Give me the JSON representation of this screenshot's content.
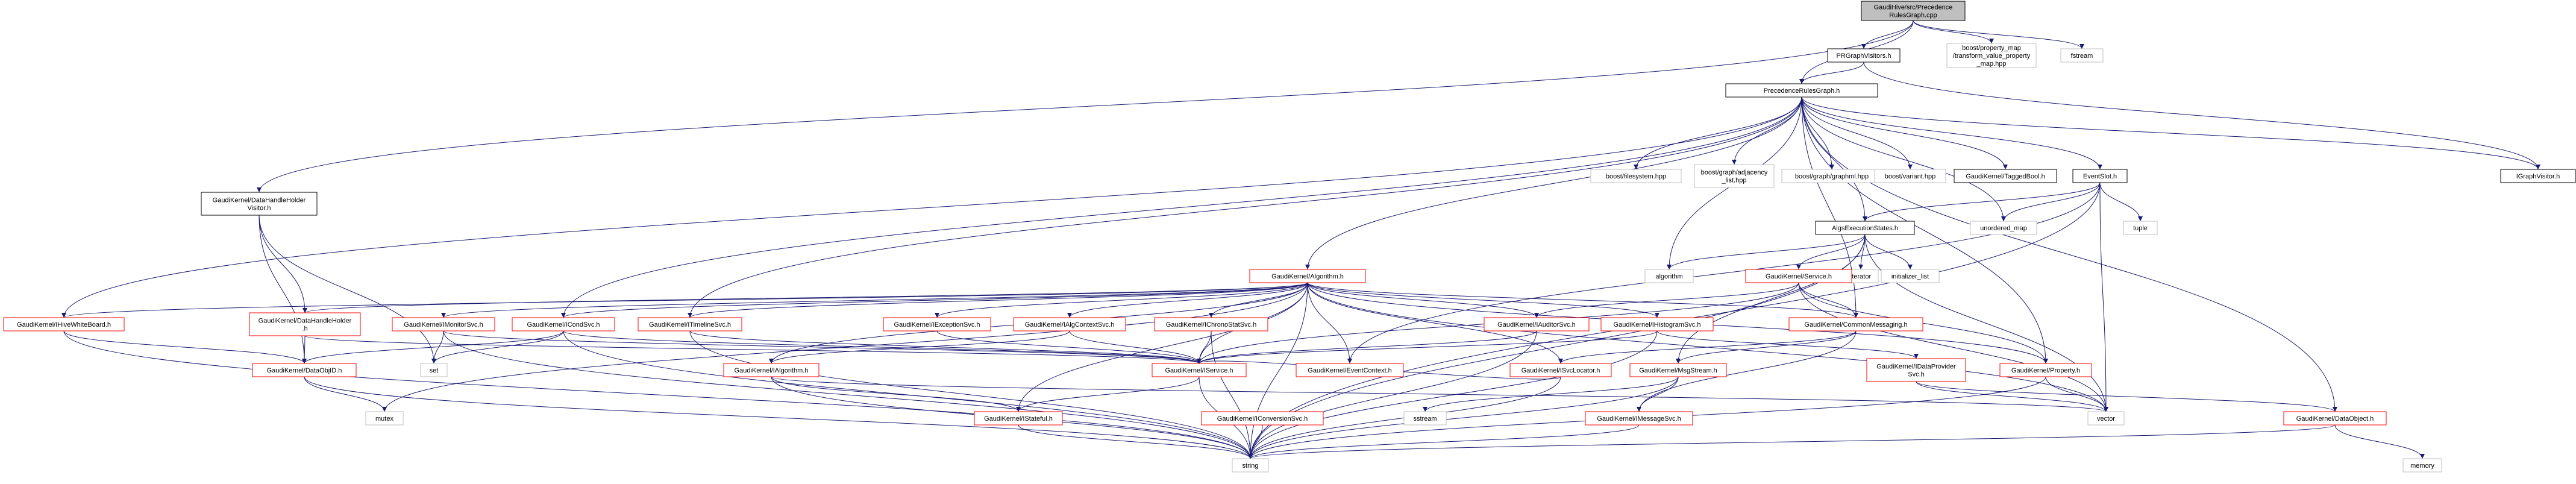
{
  "diagram": {
    "colors": {
      "root_fill": "#bfbfbf",
      "node_fill": "#ffffff",
      "documented_border": "#ff0000",
      "external_border": "#bfbfbf",
      "edge": "#191970",
      "text": "#000000"
    },
    "nodes": [
      {
        "id": "root",
        "lines": [
          "GaudiHive/src/Precedence",
          "RulesGraph.cpp"
        ],
        "kind": "root"
      },
      {
        "id": "prgv",
        "lines": [
          "PRGraphVisitors.h"
        ],
        "kind": "plain"
      },
      {
        "id": "boostpm",
        "lines": [
          "boost/property_map",
          "/transform_value_property",
          "_map.hpp"
        ],
        "kind": "external"
      },
      {
        "id": "fstream",
        "lines": [
          "fstream"
        ],
        "kind": "external"
      },
      {
        "id": "prg",
        "lines": [
          "PrecedenceRulesGraph.h"
        ],
        "kind": "plain"
      },
      {
        "id": "igraphvisitor",
        "lines": [
          "IGraphVisitor.h"
        ],
        "kind": "plain"
      },
      {
        "id": "dhhv",
        "lines": [
          "GaudiKernel/DataHandleHolder",
          "Visitor.h"
        ],
        "kind": "plain"
      },
      {
        "id": "bfs",
        "lines": [
          "boost/filesystem.hpp"
        ],
        "kind": "external"
      },
      {
        "id": "badj",
        "lines": [
          "boost/graph/adjacency",
          "_list.hpp"
        ],
        "kind": "external"
      },
      {
        "id": "bgml",
        "lines": [
          "boost/graph/graphml.hpp"
        ],
        "kind": "external"
      },
      {
        "id": "bvar",
        "lines": [
          "boost/variant.hpp"
        ],
        "kind": "external"
      },
      {
        "id": "tagged",
        "lines": [
          "GaudiKernel/TaggedBool.h"
        ],
        "kind": "plain"
      },
      {
        "id": "eventslot",
        "lines": [
          "EventSlot.h"
        ],
        "kind": "plain"
      },
      {
        "id": "aes",
        "lines": [
          "AlgsExecutionStates.h"
        ],
        "kind": "plain"
      },
      {
        "id": "umap",
        "lines": [
          "unordered_map"
        ],
        "kind": "external"
      },
      {
        "id": "tuple",
        "lines": [
          "tuple"
        ],
        "kind": "external"
      },
      {
        "id": "algorithmstd",
        "lines": [
          "algorithm"
        ],
        "kind": "external"
      },
      {
        "id": "iterator",
        "lines": [
          "iterator"
        ],
        "kind": "external"
      },
      {
        "id": "initlist",
        "lines": [
          "initializer_list"
        ],
        "kind": "external"
      },
      {
        "id": "gkalgo",
        "lines": [
          "GaudiKernel/Algorithm.h"
        ],
        "kind": "documented"
      },
      {
        "id": "gkservice",
        "lines": [
          "GaudiKernel/Service.h"
        ],
        "kind": "documented"
      },
      {
        "id": "ihwb",
        "lines": [
          "GaudiKernel/IHiveWhiteBoard.h"
        ],
        "kind": "documented"
      },
      {
        "id": "dhh",
        "lines": [
          "GaudiKernel/DataHandleHolder",
          ".h"
        ],
        "kind": "documented"
      },
      {
        "id": "imonsvc",
        "lines": [
          "GaudiKernel/IMonitorSvc.h"
        ],
        "kind": "documented"
      },
      {
        "id": "icondsvc",
        "lines": [
          "GaudiKernel/ICondSvc.h"
        ],
        "kind": "documented"
      },
      {
        "id": "itimeline",
        "lines": [
          "GaudiKernel/ITimelineSvc.h"
        ],
        "kind": "documented"
      },
      {
        "id": "iexception",
        "lines": [
          "GaudiKernel/IExceptionSvc.h"
        ],
        "kind": "documented"
      },
      {
        "id": "ialgctx",
        "lines": [
          "GaudiKernel/IAlgContextSvc.h"
        ],
        "kind": "documented"
      },
      {
        "id": "ichrono",
        "lines": [
          "GaudiKernel/IChronoStatSvc.h"
        ],
        "kind": "documented"
      },
      {
        "id": "iauditor",
        "lines": [
          "GaudiKernel/IAuditorSvc.h"
        ],
        "kind": "documented"
      },
      {
        "id": "ihisto",
        "lines": [
          "GaudiKernel/IHistogramSvc.h"
        ],
        "kind": "documented"
      },
      {
        "id": "common",
        "lines": [
          "GaudiKernel/CommonMessaging.h"
        ],
        "kind": "documented"
      },
      {
        "id": "dataobjid",
        "lines": [
          "GaudiKernel/DataObjID.h"
        ],
        "kind": "documented"
      },
      {
        "id": "set",
        "lines": [
          "set"
        ],
        "kind": "external"
      },
      {
        "id": "ialgorithm",
        "lines": [
          "GaudiKernel/IAlgorithm.h"
        ],
        "kind": "documented"
      },
      {
        "id": "iservice",
        "lines": [
          "GaudiKernel/IService.h"
        ],
        "kind": "documented"
      },
      {
        "id": "evctx",
        "lines": [
          "GaudiKernel/EventContext.h"
        ],
        "kind": "documented"
      },
      {
        "id": "isvclocator",
        "lines": [
          "GaudiKernel/ISvcLocator.h"
        ],
        "kind": "documented"
      },
      {
        "id": "msgstream",
        "lines": [
          "GaudiKernel/MsgStream.h"
        ],
        "kind": "documented"
      },
      {
        "id": "idataprov",
        "lines": [
          "GaudiKernel/IDataProvider",
          "Svc.h"
        ],
        "kind": "documented"
      },
      {
        "id": "property",
        "lines": [
          "GaudiKernel/Property.h"
        ],
        "kind": "documented"
      },
      {
        "id": "dataobject",
        "lines": [
          "GaudiKernel/DataObject.h"
        ],
        "kind": "documented"
      },
      {
        "id": "mutex",
        "lines": [
          "mutex"
        ],
        "kind": "external"
      },
      {
        "id": "istateful",
        "lines": [
          "GaudiKernel/IStateful.h"
        ],
        "kind": "documented"
      },
      {
        "id": "sstream",
        "lines": [
          "sstream"
        ],
        "kind": "external"
      },
      {
        "id": "imessage",
        "lines": [
          "GaudiKernel/IMessageSvc.h"
        ],
        "kind": "documented"
      },
      {
        "id": "vector",
        "lines": [
          "vector"
        ],
        "kind": "external"
      },
      {
        "id": "memory",
        "lines": [
          "memory"
        ],
        "kind": "external"
      },
      {
        "id": "iconversion",
        "lines": [
          "GaudiKernel/IConversionSvc.h"
        ],
        "kind": "documented"
      },
      {
        "id": "string",
        "lines": [
          "string"
        ],
        "kind": "external"
      }
    ],
    "edges": [
      [
        "root",
        "prgv"
      ],
      [
        "root",
        "boostpm"
      ],
      [
        "root",
        "fstream"
      ],
      [
        "root",
        "prg"
      ],
      [
        "root",
        "dhhv"
      ],
      [
        "prgv",
        "prg"
      ],
      [
        "prgv",
        "igraphvisitor"
      ],
      [
        "prg",
        "bfs"
      ],
      [
        "prg",
        "badj"
      ],
      [
        "prg",
        "bgml"
      ],
      [
        "prg",
        "bvar"
      ],
      [
        "prg",
        "tagged"
      ],
      [
        "prg",
        "eventslot"
      ],
      [
        "prg",
        "aes"
      ],
      [
        "prg",
        "umap"
      ],
      [
        "prg",
        "igraphvisitor"
      ],
      [
        "prg",
        "algorithmstd"
      ],
      [
        "prg",
        "gkalgo"
      ],
      [
        "prg",
        "ihwb"
      ],
      [
        "prg",
        "icondsvc"
      ],
      [
        "prg",
        "itimeline"
      ],
      [
        "prg",
        "common"
      ],
      [
        "prg",
        "property"
      ],
      [
        "prg",
        "dataobject"
      ],
      [
        "eventslot",
        "aes"
      ],
      [
        "eventslot",
        "umap"
      ],
      [
        "eventslot",
        "tuple"
      ],
      [
        "eventslot",
        "vector"
      ],
      [
        "eventslot",
        "string"
      ],
      [
        "eventslot",
        "evctx"
      ],
      [
        "aes",
        "algorithmstd"
      ],
      [
        "aes",
        "iterator"
      ],
      [
        "aes",
        "initlist"
      ],
      [
        "aes",
        "string"
      ],
      [
        "aes",
        "vector"
      ],
      [
        "aes",
        "gkservice"
      ],
      [
        "aes",
        "msgstream"
      ],
      [
        "dhhv",
        "dhh"
      ],
      [
        "dhhv",
        "dataobjid"
      ],
      [
        "dhhv",
        "set"
      ],
      [
        "gkalgo",
        "ihwb"
      ],
      [
        "gkalgo",
        "dhh"
      ],
      [
        "gkalgo",
        "imonsvc"
      ],
      [
        "gkalgo",
        "icondsvc"
      ],
      [
        "gkalgo",
        "itimeline"
      ],
      [
        "gkalgo",
        "iexception"
      ],
      [
        "gkalgo",
        "ialgctx"
      ],
      [
        "gkalgo",
        "ichrono"
      ],
      [
        "gkalgo",
        "iauditor"
      ],
      [
        "gkalgo",
        "ihisto"
      ],
      [
        "gkalgo",
        "common"
      ],
      [
        "gkalgo",
        "ialgorithm"
      ],
      [
        "gkalgo",
        "iservice"
      ],
      [
        "gkalgo",
        "evctx"
      ],
      [
        "gkalgo",
        "isvclocator"
      ],
      [
        "gkalgo",
        "property"
      ],
      [
        "gkalgo",
        "mutex"
      ],
      [
        "gkalgo",
        "string"
      ],
      [
        "gkalgo",
        "vector"
      ],
      [
        "gkalgo",
        "istateful"
      ],
      [
        "gkservice",
        "iauditor"
      ],
      [
        "gkservice",
        "common"
      ],
      [
        "gkservice",
        "iservice"
      ],
      [
        "gkservice",
        "property"
      ],
      [
        "gkservice",
        "vector"
      ],
      [
        "ihwb",
        "dataobjid"
      ],
      [
        "ihwb",
        "string"
      ],
      [
        "dhh",
        "dataobjid"
      ],
      [
        "dhh",
        "iservice"
      ],
      [
        "imonsvc",
        "iservice"
      ],
      [
        "imonsvc",
        "set"
      ],
      [
        "imonsvc",
        "string"
      ],
      [
        "icondsvc",
        "iservice"
      ],
      [
        "icondsvc",
        "set"
      ],
      [
        "icondsvc",
        "dataobjid"
      ],
      [
        "icondsvc",
        "string"
      ],
      [
        "itimeline",
        "iservice"
      ],
      [
        "itimeline",
        "string"
      ],
      [
        "iexception",
        "iservice"
      ],
      [
        "ialgctx",
        "iservice"
      ],
      [
        "ialgctx",
        "ialgorithm"
      ],
      [
        "ichrono",
        "iservice"
      ],
      [
        "ichrono",
        "string"
      ],
      [
        "iauditor",
        "iservice"
      ],
      [
        "iauditor",
        "string"
      ],
      [
        "ihisto",
        "idataprov"
      ],
      [
        "ihisto",
        "iservice"
      ],
      [
        "ihisto",
        "string"
      ],
      [
        "common",
        "msgstream"
      ],
      [
        "common",
        "imessage"
      ],
      [
        "common",
        "isvclocator"
      ],
      [
        "dataobjid",
        "string"
      ],
      [
        "dataobjid",
        "mutex"
      ],
      [
        "ialgorithm",
        "istateful"
      ],
      [
        "ialgorithm",
        "string"
      ],
      [
        "ialgorithm",
        "vector"
      ],
      [
        "iservice",
        "istateful"
      ],
      [
        "iservice",
        "string"
      ],
      [
        "isvclocator",
        "iservice"
      ],
      [
        "isvclocator",
        "string"
      ],
      [
        "msgstream",
        "imessage"
      ],
      [
        "msgstream",
        "sstream"
      ],
      [
        "msgstream",
        "string"
      ],
      [
        "idataprov",
        "dataobject"
      ],
      [
        "idataprov",
        "vector"
      ],
      [
        "property",
        "vector"
      ],
      [
        "property",
        "string"
      ],
      [
        "dataobject",
        "memory"
      ],
      [
        "dataobject",
        "string"
      ],
      [
        "istateful",
        "string"
      ],
      [
        "imessage",
        "string"
      ],
      [
        "iconversion",
        "string"
      ]
    ]
  }
}
